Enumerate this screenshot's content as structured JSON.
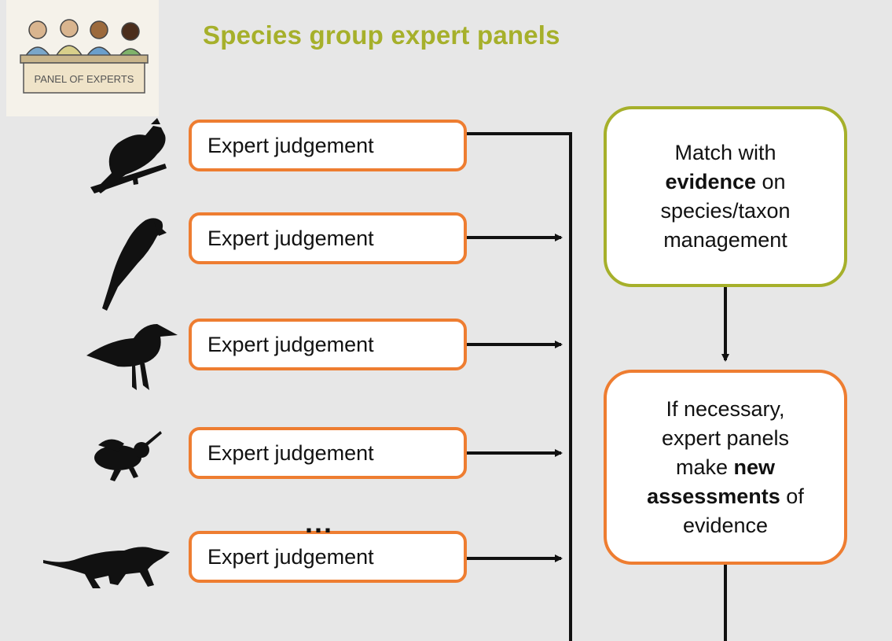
{
  "title": "Species group expert panels",
  "panel_image": {
    "label": "PANEL OF EXPERTS"
  },
  "expert_rows": [
    {
      "label": "Expert judgement",
      "icon": "bird-perched-icon"
    },
    {
      "label": "Expert judgement",
      "icon": "parrot-icon"
    },
    {
      "label": "Expert judgement",
      "icon": "wader-bird-icon"
    },
    {
      "label": "Expert judgement",
      "icon": "bee-icon"
    },
    {
      "label": "Expert judgement",
      "icon": "mustelid-icon"
    }
  ],
  "ellipsis": "...",
  "match_box": {
    "line1": "Match with",
    "bold": "evidence",
    "rest": " on",
    "line3": "species/taxon",
    "line4": "management"
  },
  "new_box": {
    "line1": "If necessary,",
    "line2": "expert panels",
    "line3_pre": "make ",
    "line3_bold": "new",
    "line4_bold": "assessments",
    "line4_rest": " of",
    "line5": "evidence"
  },
  "colors": {
    "accent_orange": "#ee7d31",
    "accent_green": "#a6b02b",
    "background": "#e7e7e7"
  }
}
